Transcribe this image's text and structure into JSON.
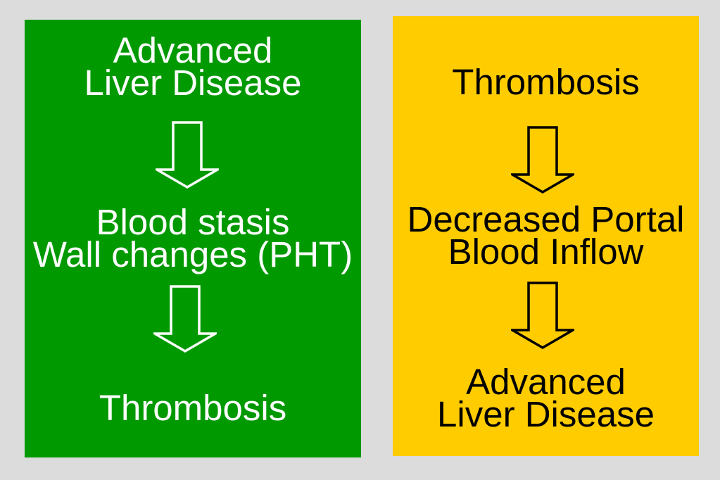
{
  "canvas": {
    "background": "#dcdcdc"
  },
  "panels": [
    {
      "name": "stasis-to-thrombosis-pathway",
      "background": "#009900",
      "text_color": "#ffffff",
      "arrow_outline": "#ffffff",
      "arrow_icon": "down-block-arrow",
      "steps": [
        {
          "lines": [
            "Advanced",
            "Liver Disease"
          ]
        },
        {
          "lines": [
            "Blood stasis",
            "Wall changes (PHT)"
          ]
        },
        {
          "lines": [
            "Thrombosis"
          ]
        }
      ]
    },
    {
      "name": "thrombosis-to-liver-disease-pathway",
      "background": "#ffcc00",
      "text_color": "#000000",
      "arrow_outline": "#000000",
      "arrow_icon": "down-block-arrow",
      "steps": [
        {
          "lines": [
            "Thrombosis"
          ]
        },
        {
          "lines": [
            "Decreased Portal",
            "Blood Inflow"
          ]
        },
        {
          "lines": [
            "Advanced",
            "Liver Disease"
          ]
        }
      ]
    }
  ]
}
